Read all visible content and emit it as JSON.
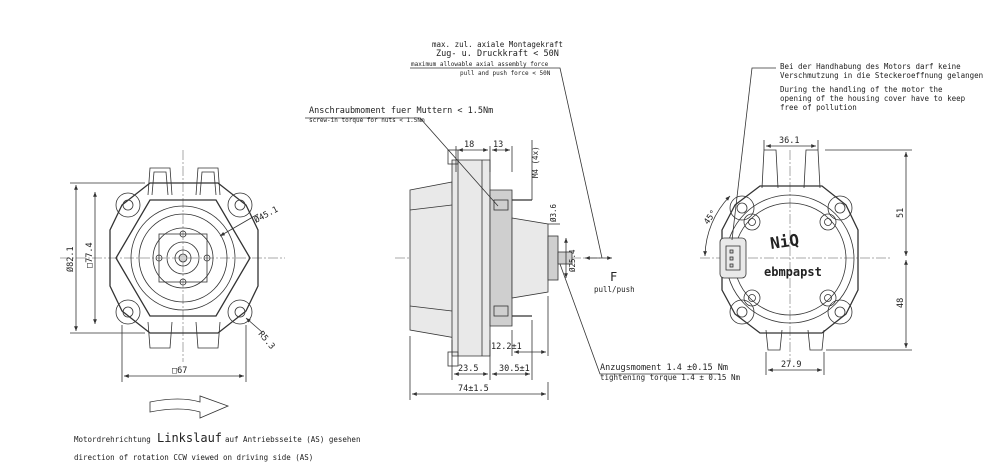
{
  "notes": {
    "axial_de_1": "max. zul. axiale Montagekraft",
    "axial_de_2": "Zug- u. Druckkraft < 50N",
    "axial_en_1": "maximum allowable axial assembly force",
    "axial_en_2": "pull and push force < 50N",
    "nut_de": "Anschraubmoment fuer Muttern < 1.5Nm",
    "nut_en": "screw-in torque for nuts < 1.5Nm",
    "pollution_de_1": "Bei der Handhabung des Motors darf keine",
    "pollution_de_2": "Verschmutzung in die Steckeroeffnung gelangen",
    "pollution_en_1": "During the handling of the motor the",
    "pollution_en_2": "opening of the housing cover have to keep",
    "pollution_en_3": "free of pollution",
    "torque_de": "Anzugsmoment 1.4 ±0.15 Nm",
    "torque_en": "tightening torque 1.4 ± 0.15 Nm",
    "force_symbol": "F",
    "force_label": "pull/push",
    "rotation_de_1": "Motordrehrichtung",
    "rotation_de_keyword": "Linkslauf",
    "rotation_de_2": "auf Antriebsseite (AS) gesehen",
    "rotation_en": "direction of rotation CCW viewed on driving side (AS)"
  },
  "dimensions": {
    "d82": "Ø82.1",
    "d77": "□77.4",
    "d45": "Ø45.1",
    "sq67": "□67",
    "r53": "R5.3",
    "d18": "18",
    "d13": "13",
    "m4": "M4 (4x)",
    "d36": "Ø3.6",
    "d25": "Ø25.4",
    "d12": "12.2±1",
    "d23": "23.5",
    "d30": "30.5±1",
    "d74": "74±1.5",
    "d361": "36.1",
    "d45deg": "45°",
    "d51": "51",
    "d48": "48",
    "d279": "27.9"
  },
  "branding": {
    "product": "NiQ",
    "maker": "ebmpapst"
  }
}
